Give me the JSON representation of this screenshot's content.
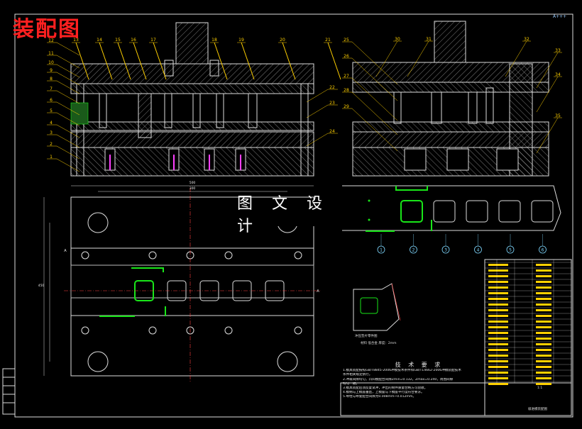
{
  "title": "装配图",
  "overlay_text": "图 文 设 计",
  "corner_label": "A+++",
  "part_caption": "冲压垫片零件图",
  "part_caption2": "材料 低合金  厚度：2mm",
  "tech_req": {
    "heading": "技 术 要 求",
    "lines": [
      "1.模具装配按照GB/T8845-2006冲模技术条件和GB/T14662-2006冲模装配技术",
      "  条件相关规定执行。",
      "2.冲裁间隙均匀，凸凹模配合间隙Zmin=0.132，Zmax=0.240，周围间隙",
      "  均匀一致。",
      "3.模具装配后须反复试冲，冲出的制件质量合格方可验收。",
      "4.模柄与上模座垂直，上模座与下模座平行度符合要求。",
      "5.导柱与导套配合间隙为0.008mm~0.012mm。"
    ]
  },
  "left_labels": [
    "12",
    "11",
    "10",
    "9",
    "8",
    "7",
    "6",
    "5",
    "4",
    "3",
    "2",
    "1"
  ],
  "top_labels": [
    "13",
    "14",
    "15",
    "16",
    "17",
    "18",
    "19",
    "20",
    "21"
  ],
  "right_labels": [
    "22",
    "23",
    "24"
  ],
  "side_left_labels": [
    "25",
    "26",
    "27",
    "28",
    "29"
  ],
  "side_top_labels": [
    "30",
    "31",
    "32",
    "33",
    "34",
    "35"
  ],
  "station_labels": [
    "1",
    "2",
    "3",
    "4",
    "5",
    "6"
  ],
  "section_marks": [
    "A",
    "A"
  ],
  "dim_labels": [
    "500",
    "300",
    "450"
  ],
  "title_block": {
    "drawing_name": "级进模装配图",
    "tag": "1:1"
  },
  "colors": {
    "line": "#e8e8e8",
    "leader": "#ffd000",
    "accent": "#19e619",
    "pin": "#ff40ff",
    "center": "#ff4040",
    "circle_marker": "#7fd8ff"
  }
}
